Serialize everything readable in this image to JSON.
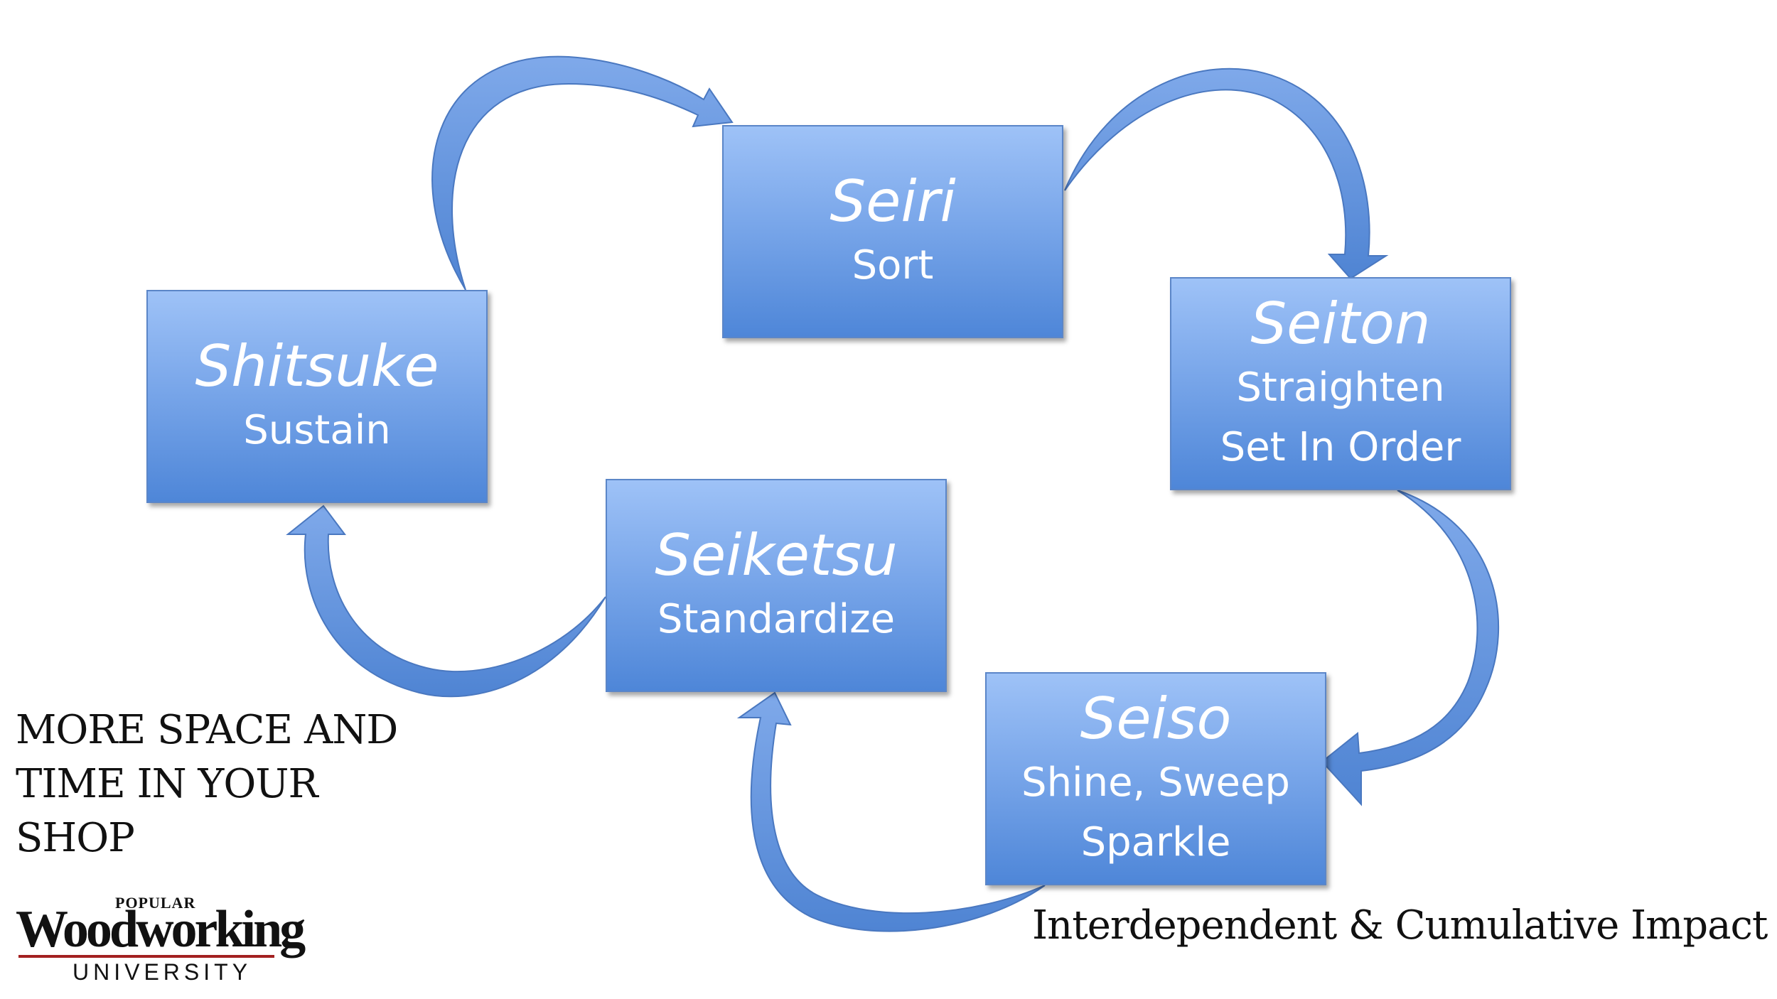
{
  "boxes": {
    "seiri": {
      "jp": "Seiri",
      "en": [
        "Sort"
      ]
    },
    "seiton": {
      "jp": "Seiton",
      "en": [
        "Straighten",
        "Set In Order"
      ]
    },
    "seiso": {
      "jp": "Seiso",
      "en": [
        "Shine, Sweep",
        "Sparkle"
      ]
    },
    "seiketsu": {
      "jp": "Seiketsu",
      "en": [
        "Standardize"
      ]
    },
    "shitsuke": {
      "jp": "Shitsuke",
      "en": [
        "Sustain"
      ]
    }
  },
  "caption": [
    "MORE SPACE AND",
    "TIME IN YOUR",
    "SHOP"
  ],
  "impact": "Interdependent & Cumulative Impact",
  "logo": {
    "top": "POPULAR",
    "main": "Woodworking",
    "bottom": "UNIVERSITY"
  },
  "colors": {
    "box_top": "#9ec2f7",
    "box_bottom": "#4e86d8",
    "arrow": "#5b8fd9"
  }
}
